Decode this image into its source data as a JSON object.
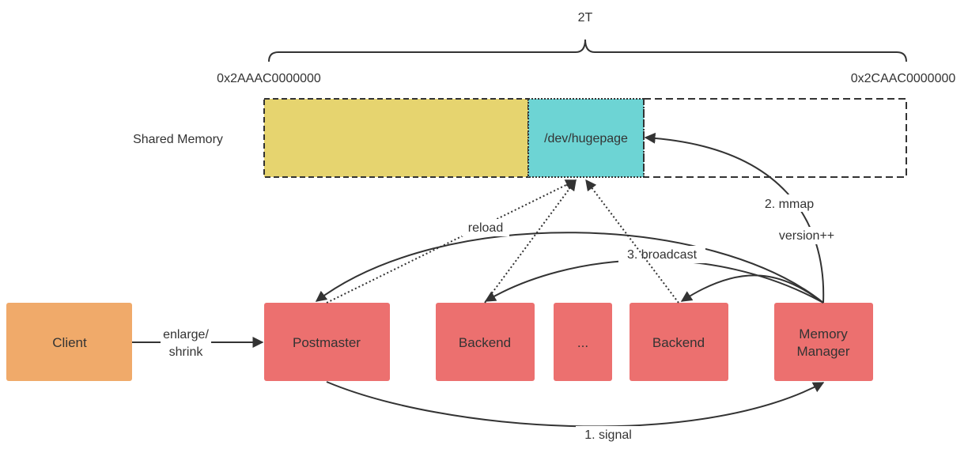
{
  "address_range": {
    "size_label": "2T",
    "start_address": "0x2AAAC0000000",
    "end_address": "0x2CAAC0000000"
  },
  "shared_memory": {
    "label": "Shared Memory",
    "hugepage_label": "/dev/hugepage"
  },
  "nodes": {
    "client": "Client",
    "postmaster": "Postmaster",
    "backend_1": "Backend",
    "ellipsis": "...",
    "backend_2": "Backend",
    "memory_manager_line1": "Memory",
    "memory_manager_line2": "Manager"
  },
  "edges": {
    "enlarge_line1": "enlarge/",
    "enlarge_line2": "shrink",
    "signal": "1. signal",
    "mmap": "2. mmap",
    "version": "version++",
    "broadcast": "3. broadcast",
    "reload": "reload"
  },
  "colors": {
    "used_region": "#e6d46f",
    "hugepage_region": "#6dd4d4",
    "client": "#f0aa6a",
    "process": "#ec706f",
    "line": "#333333"
  }
}
